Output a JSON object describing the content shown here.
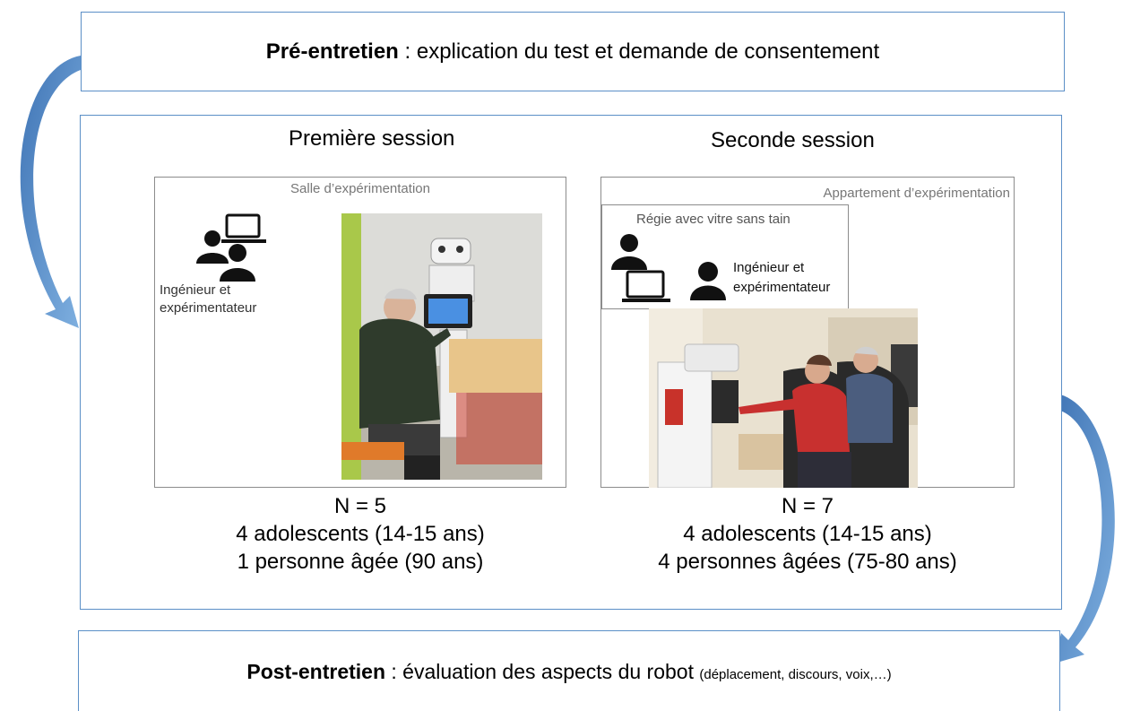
{
  "pre": {
    "bold": "Pré-entretien",
    "rest": " : explication du test et demande de consentement"
  },
  "sessions": [
    {
      "title": "Première session",
      "room_label": "Salle d’expérimentation",
      "people_label": [
        "Ingénieur et",
        "expérimentateur"
      ],
      "stats": [
        "N = 5",
        "4 adolescents (14-15 ans)",
        "1 personne âgée (90 ans)"
      ]
    },
    {
      "title": "Seconde session",
      "room_label": "Appartement d’expérimentation",
      "control_label": "Régie avec vitre sans tain",
      "people_label": [
        "Ingénieur et",
        "expérimentateur"
      ],
      "stats": [
        "N = 7",
        "4 adolescents (14-15 ans)",
        "4 personnes âgées (75-80 ans)"
      ]
    }
  ],
  "post": {
    "bold": "Post-entretien",
    "rest": " : évaluation des aspects du robot ",
    "small": "(déplacement, discours, voix,…)"
  },
  "colors": {
    "box_border": "#5b8fc7",
    "arrow": "#4f86c6",
    "grey_border": "#8c8c8c"
  }
}
